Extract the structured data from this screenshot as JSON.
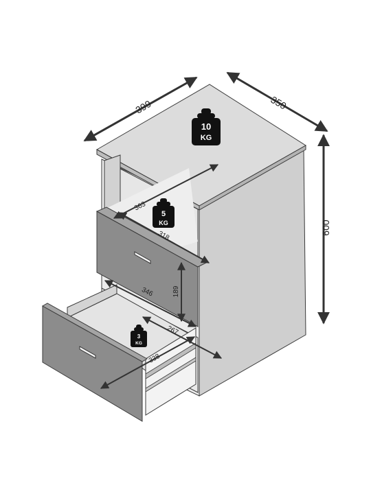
{
  "dimensions": {
    "width": "399",
    "depth": "350",
    "height": "600",
    "inner_depth": "363",
    "inner_width": "318",
    "drawer_height": "189",
    "drawer_width": "346",
    "drawer_inner_width": "267",
    "drawer_depth": "338"
  },
  "weights": {
    "top_number": "10",
    "top_unit": "KG",
    "shelf_number": "5",
    "shelf_unit": "KG",
    "drawer_number": "3",
    "drawer_unit": "KG"
  },
  "colors": {
    "light_face": "#ececec",
    "top_face": "#dcdcdc",
    "side_face": "#cfcfcf",
    "drawer_front": "#8c8c8c",
    "interior": "#e4e4e4",
    "weight": "#111111",
    "arrow": "#333333",
    "outline": "#3a3a3a"
  },
  "icons": [
    "weight-icon",
    "drawer-handle-icon",
    "dimension-arrow-icon"
  ]
}
